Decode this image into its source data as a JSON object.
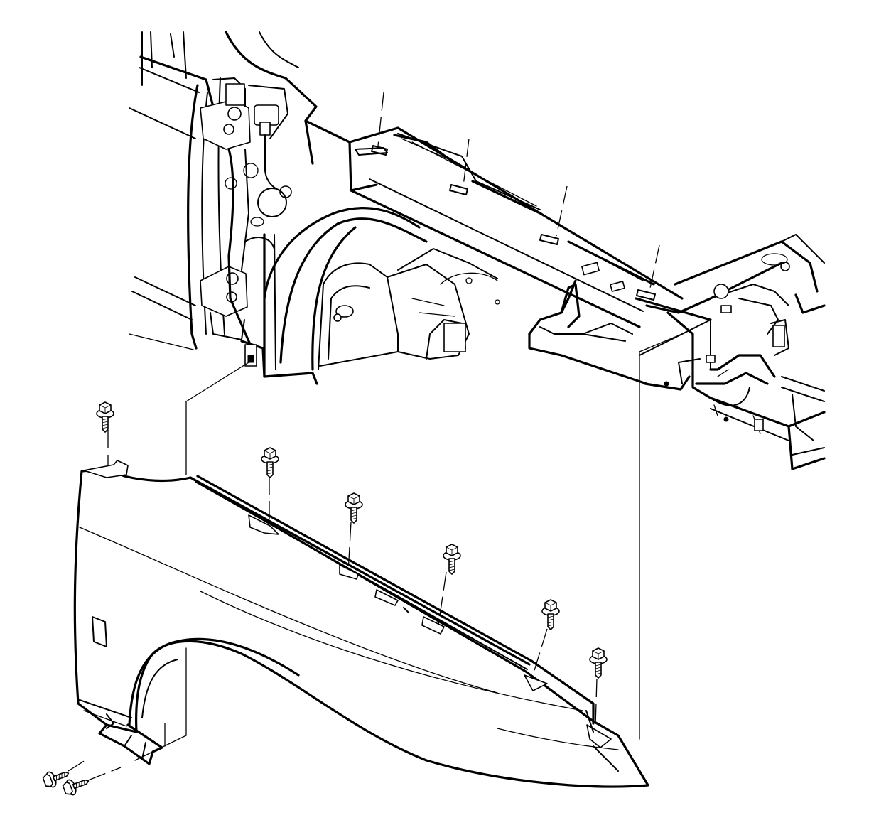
{
  "diagram": {
    "subject": "front-fender-installation-exploded-view",
    "parts": {
      "vehicle_body": "front-body-structure",
      "fender": "front-fender-panel",
      "fasteners": "fender-bolt-icon"
    },
    "fastener_groups": {
      "top_rail_bolts": 6,
      "rear_upper_bolts": 1,
      "lower_rocker_bolts": 2
    },
    "colors": {
      "line": "#000000",
      "background": "#ffffff"
    }
  }
}
